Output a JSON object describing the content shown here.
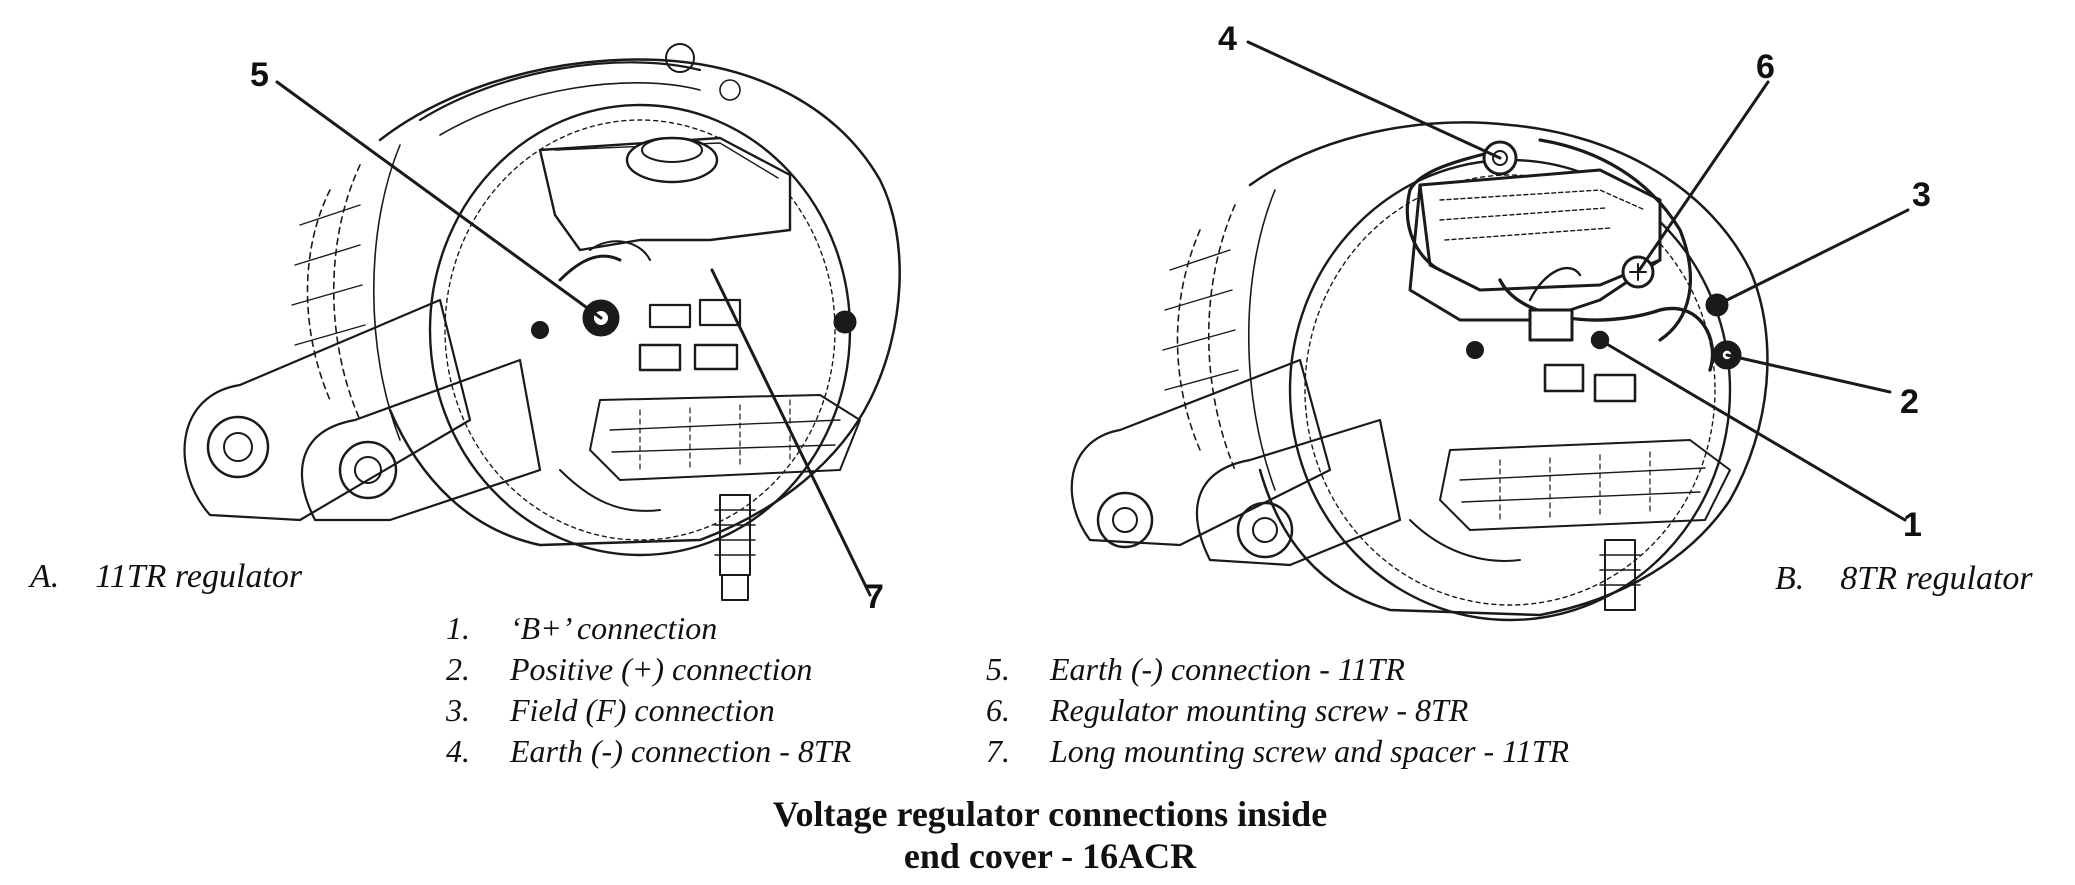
{
  "diagram": {
    "panel_a": {
      "letter": "A.",
      "label": "11TR regulator"
    },
    "panel_b": {
      "letter": "B.",
      "label": "8TR regulator"
    },
    "callouts": [
      "1",
      "2",
      "3",
      "4",
      "5",
      "6",
      "7"
    ],
    "legend": [
      {
        "num": "1.",
        "text": "‘B+’ connection"
      },
      {
        "num": "2.",
        "text": "Positive (+) connection"
      },
      {
        "num": "3.",
        "text": "Field (F) connection"
      },
      {
        "num": "4.",
        "text": "Earth (-) connection - 8TR"
      },
      {
        "num": "5.",
        "text": "Earth (-) connection - 11TR"
      },
      {
        "num": "6.",
        "text": "Regulator mounting screw - 8TR"
      },
      {
        "num": "7.",
        "text": "Long mounting screw and spacer - 11TR"
      }
    ],
    "caption": {
      "line1": "Voltage regulator connections inside",
      "line2": "end cover - 16ACR"
    }
  }
}
